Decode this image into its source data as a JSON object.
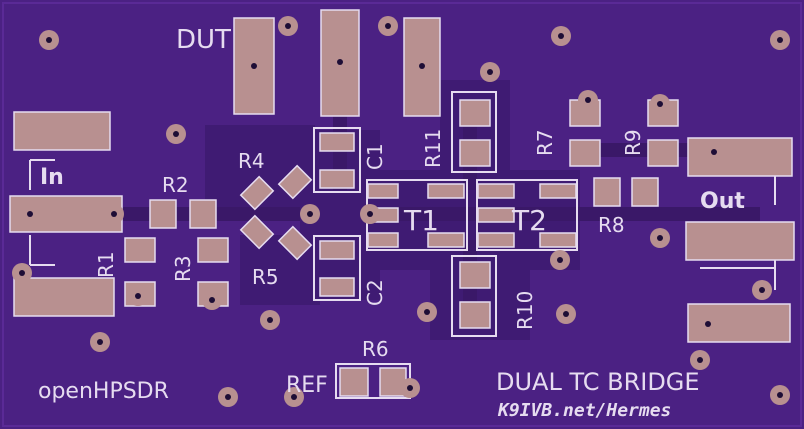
{
  "board": {
    "colors": {
      "board": "#4b2183",
      "board_dark": "#3c1a6c",
      "copper": "#b89090",
      "silk": "#e6dcf0",
      "drill": "#1e0e36"
    }
  },
  "labels": {
    "dut": "DUT",
    "ref": "REF",
    "in": "In",
    "out": "Out",
    "brand": "openHPSDR",
    "title": "DUAL TC BRIDGE",
    "url": "K9IVB.net/Hermes"
  },
  "refdes": {
    "r1": "R1",
    "r2": "R2",
    "r3": "R3",
    "r4": "R4",
    "r5": "R5",
    "r6": "R6",
    "r7": "R7",
    "r8": "R8",
    "r9": "R9",
    "r10": "R10",
    "r11": "R11",
    "c1": "C1",
    "c2": "C2",
    "t1": "T1",
    "t2": "T2"
  }
}
